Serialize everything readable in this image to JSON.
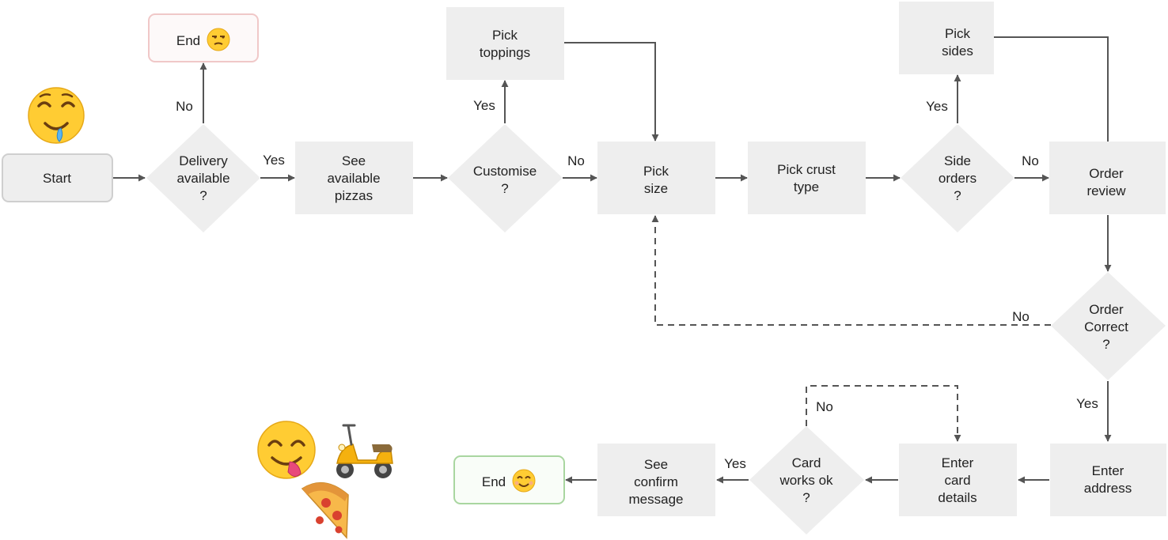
{
  "colors": {
    "box_fill": "#eeeeee",
    "arrow": "#555555",
    "start_border": "#cfcfcf",
    "end_sad_border": "#f0c8c8",
    "end_sad_fill": "#fdf9f9",
    "end_happy_border": "#a9d6a0",
    "end_happy_fill": "#f9fdf8"
  },
  "nodes": {
    "start": {
      "lines": [
        "Start"
      ]
    },
    "delivery": {
      "lines": [
        "Delivery",
        "available",
        "?"
      ]
    },
    "end_sad": {
      "lines": [
        "End"
      ]
    },
    "see_pizzas": {
      "lines": [
        "See",
        "available",
        "pizzas"
      ]
    },
    "customise": {
      "lines": [
        "Customise",
        "?"
      ]
    },
    "toppings": {
      "lines": [
        "Pick",
        "toppings"
      ]
    },
    "size": {
      "lines": [
        "Pick",
        "size"
      ]
    },
    "crust": {
      "lines": [
        "Pick crust",
        "type"
      ]
    },
    "side_orders": {
      "lines": [
        "Side",
        "orders",
        "?"
      ]
    },
    "sides": {
      "lines": [
        "Pick",
        "sides"
      ]
    },
    "review": {
      "lines": [
        "Order",
        "review"
      ]
    },
    "correct": {
      "lines": [
        "Order",
        "Correct",
        "?"
      ]
    },
    "address": {
      "lines": [
        "Enter",
        "address"
      ]
    },
    "card_details": {
      "lines": [
        "Enter",
        "card",
        "details"
      ]
    },
    "card_ok": {
      "lines": [
        "Card",
        "works ok",
        "?"
      ]
    },
    "confirm": {
      "lines": [
        "See",
        "confirm",
        "message"
      ]
    },
    "end_happy": {
      "lines": [
        "End"
      ]
    }
  },
  "edge_labels": {
    "delivery_no": "No",
    "delivery_yes": "Yes",
    "customise_yes": "Yes",
    "customise_no": "No",
    "side_yes": "Yes",
    "side_no": "No",
    "correct_no": "No",
    "correct_yes": "Yes",
    "card_no": "No",
    "card_yes": "Yes"
  },
  "icons": {
    "start_emoji": "drooling-face-icon",
    "end_sad_emoji": "unamused-face-icon",
    "end_happy_emoji": "smiling-face-icon",
    "yum_emoji": "face-savoring-food-icon",
    "scooter": "motor-scooter-icon",
    "pizza": "pizza-slice-icon"
  }
}
